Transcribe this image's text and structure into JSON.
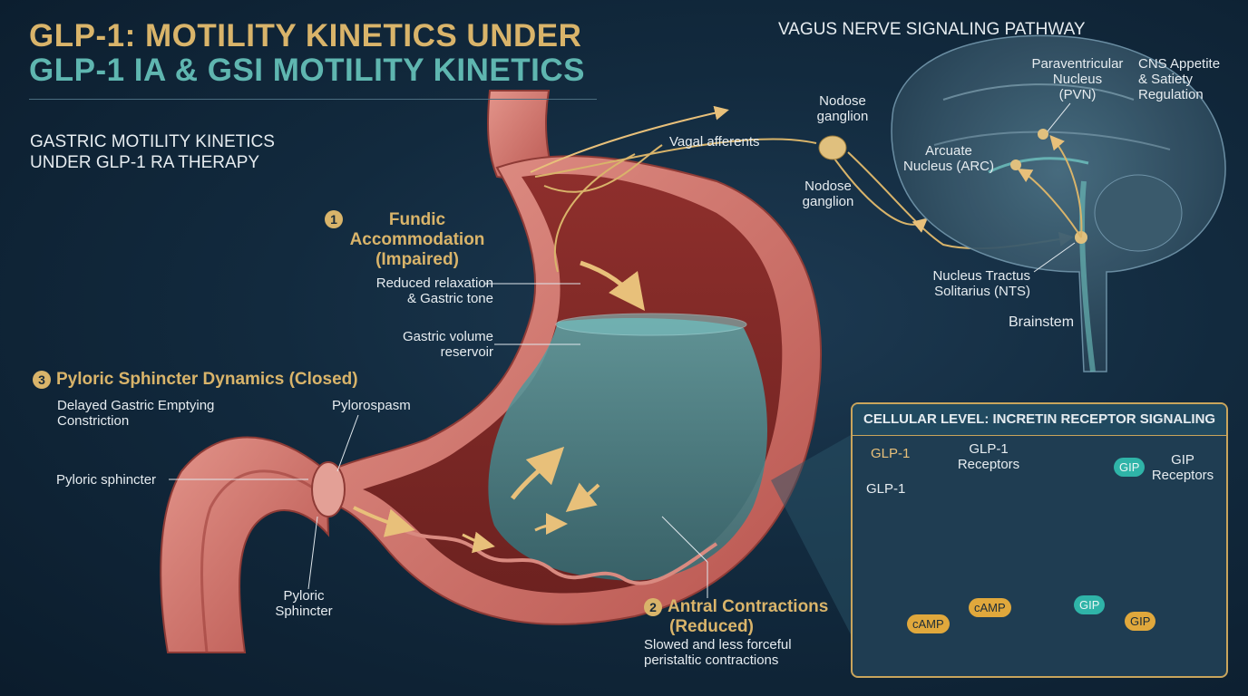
{
  "header": {
    "title_line1": "GLP-1: MOTILITY KINETICS UNDER",
    "title_line2": "GLP-1 IA & GSI MOTILITY KINETICS",
    "subtitle_line1": "GASTRIC MOTILITY KINETICS",
    "subtitle_line2": "UNDER GLP-1 RA THERAPY"
  },
  "stomach": {
    "fundic": {
      "number": "1",
      "heading_line1": "Fundic",
      "heading_line2": "Accommodation",
      "heading_line3": "(Impaired)",
      "note_line1": "Reduced relaxation",
      "note_line2": "& Gastric tone"
    },
    "volume_line1": "Gastric volume",
    "volume_line2": "reservoir",
    "pyloric": {
      "number": "3",
      "heading": "Pyloric Sphincter Dynamics (Closed)",
      "note_line1": "Delayed Gastric Emptying",
      "note_line2": "Constriction"
    },
    "pylorospasm": "Pylorospasm",
    "pyloric_sphincter": "Pyloric sphincter",
    "pyloric_sphincter2_line1": "Pyloric",
    "pyloric_sphincter2_line2": "Sphincter",
    "antral": {
      "number": "2",
      "heading_line1": "Antral Contractions",
      "heading_line2": "(Reduced)",
      "note_line1": "Slowed and less forceful",
      "note_line2": "peristaltic contractions"
    }
  },
  "vagus": {
    "title": "VAGUS NERVE SIGNALING PATHWAY",
    "vagal_afferents": "Vagal afferents",
    "nodose1_line1": "Nodose",
    "nodose1_line2": "ganglion",
    "nodose2_line1": "Nodose",
    "nodose2_line2": "ganglion",
    "pvn_line1": "Paraventricular",
    "pvn_line2": "Nucleus",
    "pvn_line3": "(PVN)",
    "cns_line1": "CNS Appetite",
    "cns_line2": "& Satiety",
    "cns_line3": "Regulation",
    "arc_line1": "Arcuate",
    "arc_line2": "Nucleus (ARC)",
    "nts_line1": "Nucleus Tractus",
    "nts_line2": "Solitarius (NTS)",
    "brainstem": "Brainstem"
  },
  "cellular": {
    "title": "CELLULAR LEVEL: INCRETIN RECEPTOR SIGNALING",
    "glp1_ligand": "GLP-1",
    "glp1_bound": "GLP-1",
    "glp1_receptors_line1": "GLP-1",
    "glp1_receptors_line2": "Receptors",
    "gip_ligand": "GIP",
    "gip_receptors_line1": "GIP",
    "gip_receptors_line2": "Receptors",
    "camp1": "cAMP",
    "camp2": "cAMP",
    "gip1": "GIP",
    "gip2": "GIP"
  },
  "colors": {
    "gold": "#d9b46a",
    "teal": "#5fb6b0",
    "tissue": "#c86a62",
    "lumen": "#3c7a84",
    "glp1_receptor": "#3f78c0",
    "gip_receptor": "#3fa68a"
  }
}
